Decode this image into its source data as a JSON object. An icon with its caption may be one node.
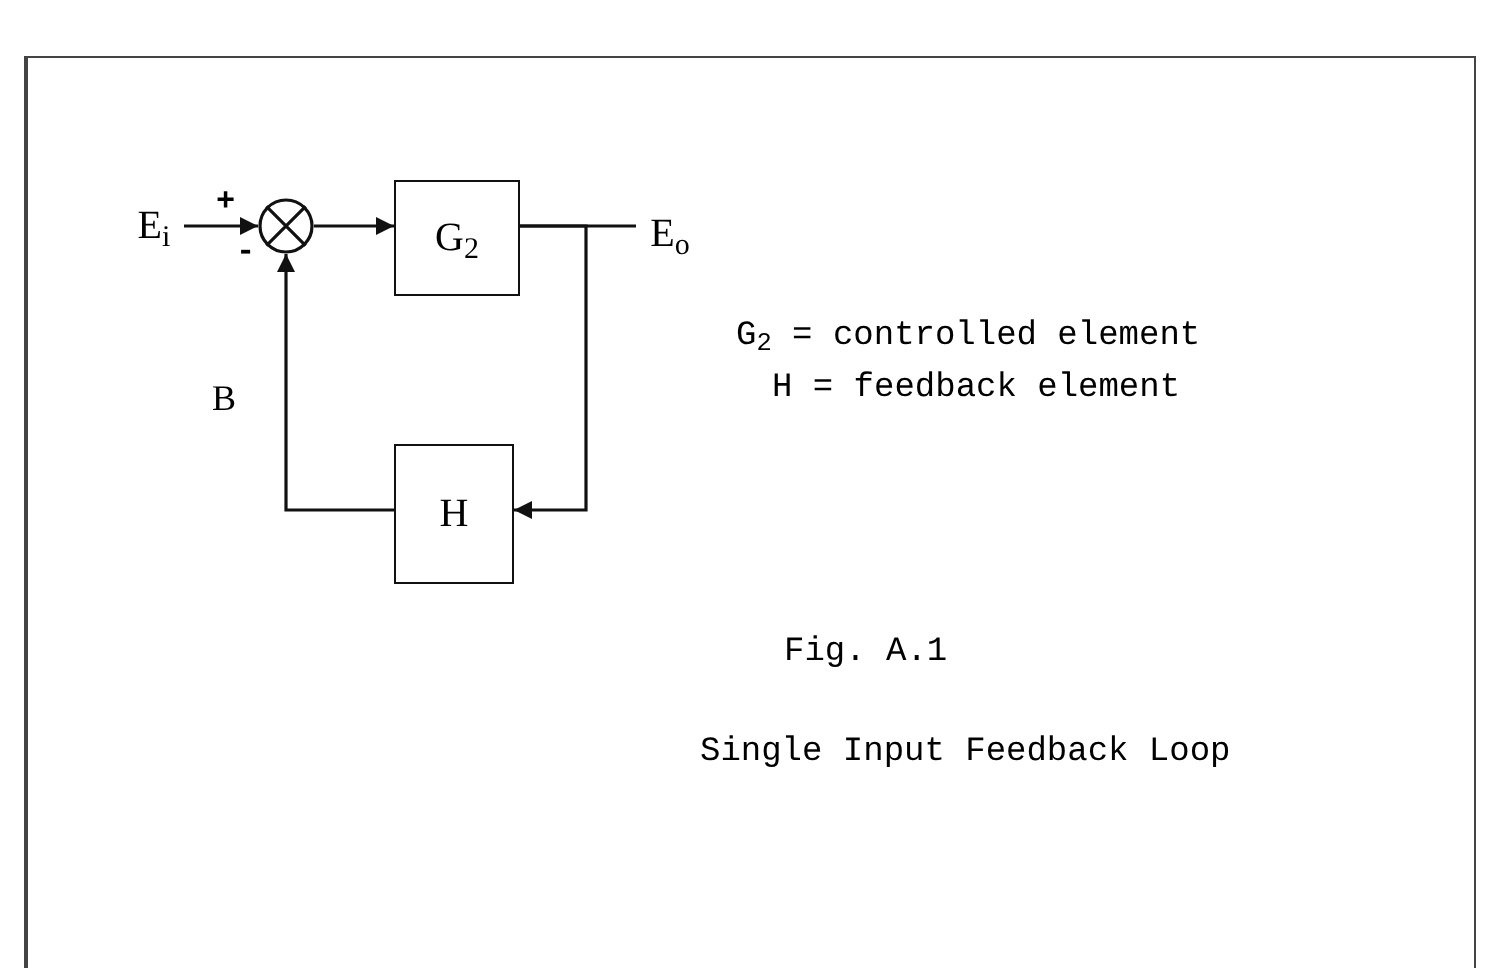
{
  "diagram": {
    "caption": "Single Input Feedback Loop",
    "nodes": [
      {
        "text": [
          "E$_{i}$"
        ]
      },
      {
        "text": [],
        "shape": "circle"
      },
      {
        "text": [
          "G$_{2}$"
        ]
      },
      {
        "text": [
          "E$_{o}$"
        ]
      },
      {
        "text": [
          "H"
        ]
      }
    ],
    "edges": [
      {
        "from": 0,
        "to": 1,
        "arrow": "to"
      },
      {
        "from": 1,
        "to": 2,
        "arrow": "to"
      },
      {
        "from": 2,
        "to": 3,
        "arrow": "none"
      },
      {
        "from": 2,
        "to": 4,
        "arrow": "to"
      },
      {
        "from": 4,
        "to": 1,
        "arrow": "to",
        "label": "B"
      }
    ],
    "labels": [
      "+",
      "-",
      "G$_{2}$ = controlled element",
      "H = feedback element",
      "Fig. A.1"
    ]
  }
}
